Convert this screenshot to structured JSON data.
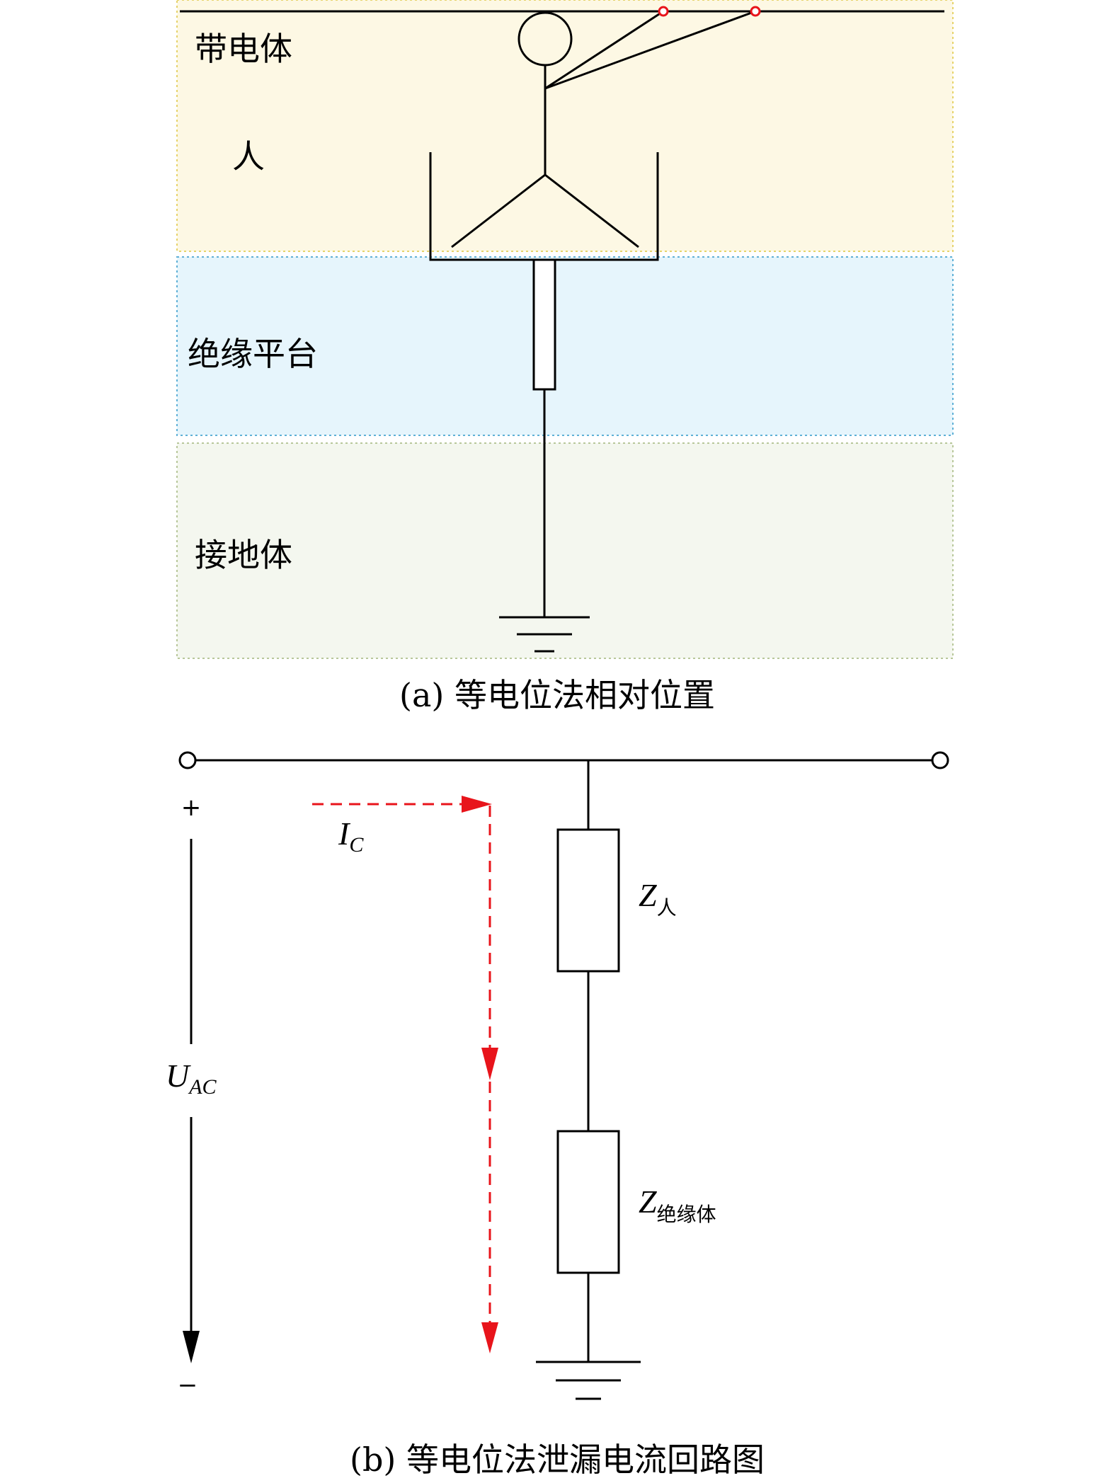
{
  "figure_a": {
    "zones": {
      "live_body": "带电体",
      "person": "人",
      "insulating_platform": "绝缘平台",
      "ground_body": "接地体"
    },
    "caption": "(a) 等电位法相对位置",
    "colors": {
      "live_zone_fill": "#fdf8e4",
      "live_zone_border": "#e6d36b",
      "platform_fill": "#e6f5fc",
      "platform_border": "#5fb0d6",
      "ground_fill": "#f4f7ef",
      "ground_border": "#b8c79a",
      "contact_point": "#e8141b"
    }
  },
  "figure_b": {
    "current_symbol": "I",
    "current_sub": "C",
    "voltage_symbol": "U",
    "voltage_sub": "AC",
    "plus": "+",
    "minus": "−",
    "z1_symbol": "Z",
    "z1_sub": "人",
    "z2_symbol": "Z",
    "z2_sub": "绝缘体",
    "caption": "(b) 等电位法泄漏电流回路图",
    "colors": {
      "current_arrow": "#e8141b"
    }
  }
}
